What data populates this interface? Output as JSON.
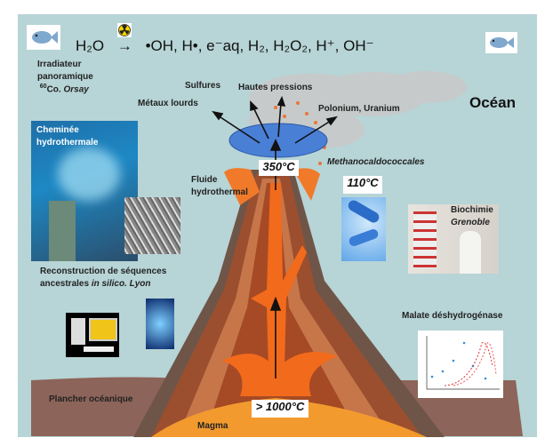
{
  "formula": {
    "reactant": "H₂O",
    "arrow": "→",
    "products": "•OH, H•, e⁻aq, H₂, H₂O₂, H⁺, OH⁻"
  },
  "irradiator": {
    "line1": "Irradiateur",
    "line2": "panoramique",
    "line3_iso": "60",
    "line3": "Co. ",
    "line3_place": "Orsay"
  },
  "ocean_label": "Océan",
  "emissions": {
    "sulfures": "Sulfures",
    "pressions": "Hautes pressions",
    "metaux": "Métaux lourds",
    "polonium": "Polonium, Uranium"
  },
  "cheminee": {
    "line1": "Cheminée",
    "line2": "hydrothermale"
  },
  "fluide": {
    "line1": "Fluide",
    "line2": "hydrothermal"
  },
  "temp_vent": "350°C",
  "organism": "Methanocaldococcales",
  "temp_organism": "110°C",
  "biochimie": {
    "line1": "Biochimie",
    "line2": "Grenoble"
  },
  "reconstruction": {
    "line1": "Reconstruction de séquences",
    "line2a": "ancestrales ",
    "line2b": "in silico. Lyon"
  },
  "malate": "Malate déshydrogénase",
  "plancher": "Plancher océanique",
  "temp_magma": "> 1000°C",
  "magma": "Magma",
  "colors": {
    "ocean": "#b7d4d6",
    "floor": "#8c6459",
    "magma": "#f39a2f",
    "vent": "#4a7fd6"
  }
}
